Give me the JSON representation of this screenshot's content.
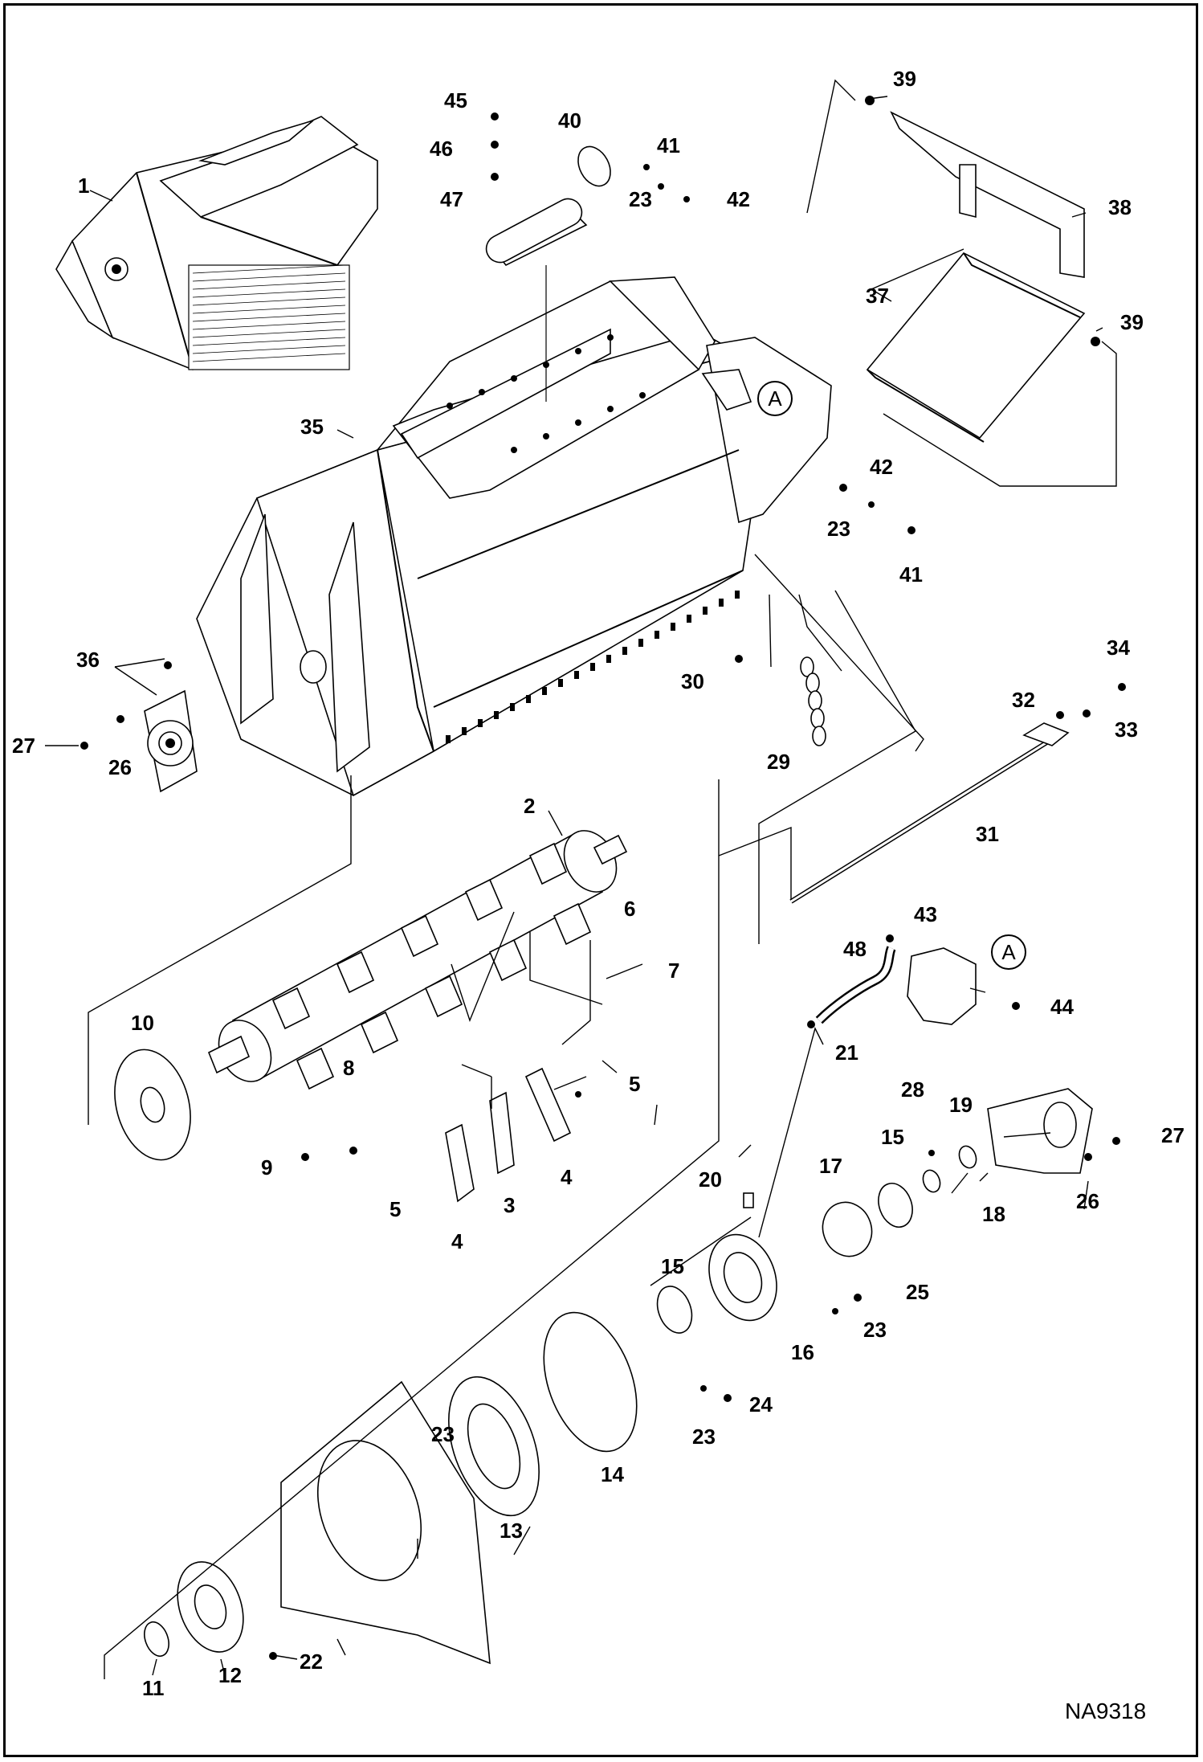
{
  "drawing_number": "NA9318",
  "detail_marker": "A",
  "callouts": [
    "1",
    "2",
    "3",
    "4",
    "4",
    "5",
    "5",
    "6",
    "7",
    "8",
    "9",
    "10",
    "11",
    "12",
    "13",
    "14",
    "15",
    "15",
    "16",
    "17",
    "18",
    "19",
    "20",
    "21",
    "22",
    "23",
    "23",
    "23",
    "23",
    "24",
    "25",
    "26",
    "26",
    "27",
    "27",
    "28",
    "29",
    "30",
    "31",
    "32",
    "33",
    "34",
    "35",
    "36",
    "37",
    "38",
    "39",
    "39",
    "40",
    "41",
    "41",
    "42",
    "42",
    "43",
    "44",
    "45",
    "46",
    "47",
    "48"
  ]
}
